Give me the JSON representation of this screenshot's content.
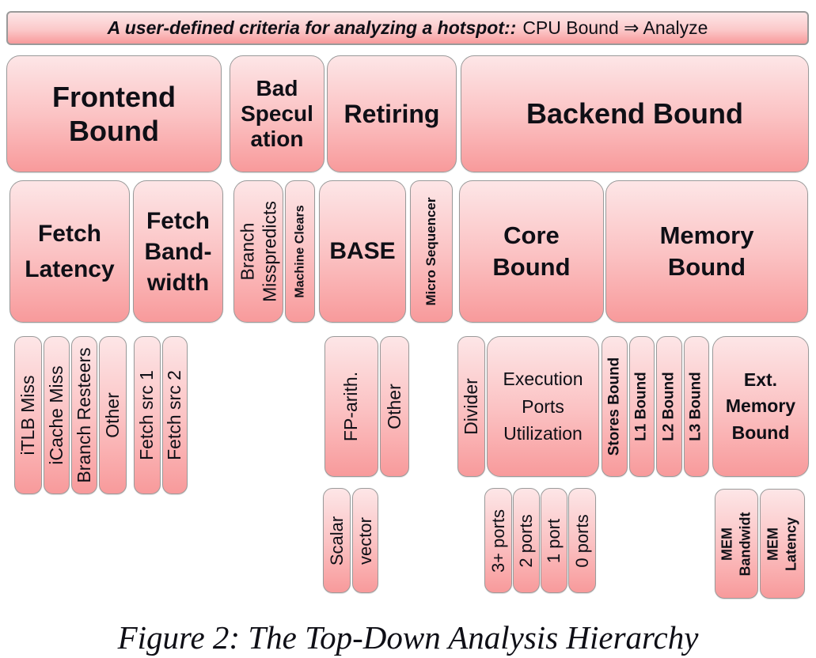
{
  "banner": {
    "criteria": "A user-defined criteria for analyzing a hotspot::",
    "action": "CPU Bound ⇒ Analyze"
  },
  "level1": {
    "frontend_bound": "Frontend\nBound",
    "bad_speculation": "Bad\nSpecul\nation",
    "retiring": "Retiring",
    "backend_bound": "Backend Bound"
  },
  "level2": {
    "fetch_latency": "Fetch\nLatency",
    "fetch_bandwidth": "Fetch\nBand-\nwidth",
    "branch_misspredicts": "Branch\nMisspredicts",
    "machine_clears": "Machine Clears",
    "base": "BASE",
    "micro_sequencer": "Micro Sequencer",
    "core_bound": "Core\nBound",
    "memory_bound": "Memory\nBound"
  },
  "level3": {
    "itlb_miss": "iTLB Miss",
    "icache_miss": "iCache Miss",
    "branch_resteers": "Branch Resteers",
    "other_fetch": "Other",
    "fetch_src_1": "Fetch src 1",
    "fetch_src_2": "Fetch src 2",
    "fp_arith": "FP-arith.",
    "other_retiring": "Other",
    "divider": "Divider",
    "execution_ports_utilization": "Execution\nPorts\nUtilization",
    "stores_bound": "Stores Bound",
    "l1_bound": "L1 Bound",
    "l2_bound": "L2 Bound",
    "l3_bound": "L3 Bound",
    "ext_memory_bound": "Ext.\nMemory\nBound"
  },
  "level4": {
    "scalar": "Scalar",
    "vector": "vector",
    "ports_3plus": "3+ ports",
    "ports_2": "2 ports",
    "ports_1": "1 port",
    "ports_0": "0 ports",
    "mem_bandwidth": "MEM\nBandwidt",
    "mem_latency": "MEM\nLatency"
  },
  "caption": "Figure 2: The Top-Down Analysis Hierarchy",
  "colors": {
    "box_top": "#fde6e7",
    "box_bottom": "#f89a9b",
    "border": "#9a9a9a",
    "text": "#0f0f16"
  }
}
